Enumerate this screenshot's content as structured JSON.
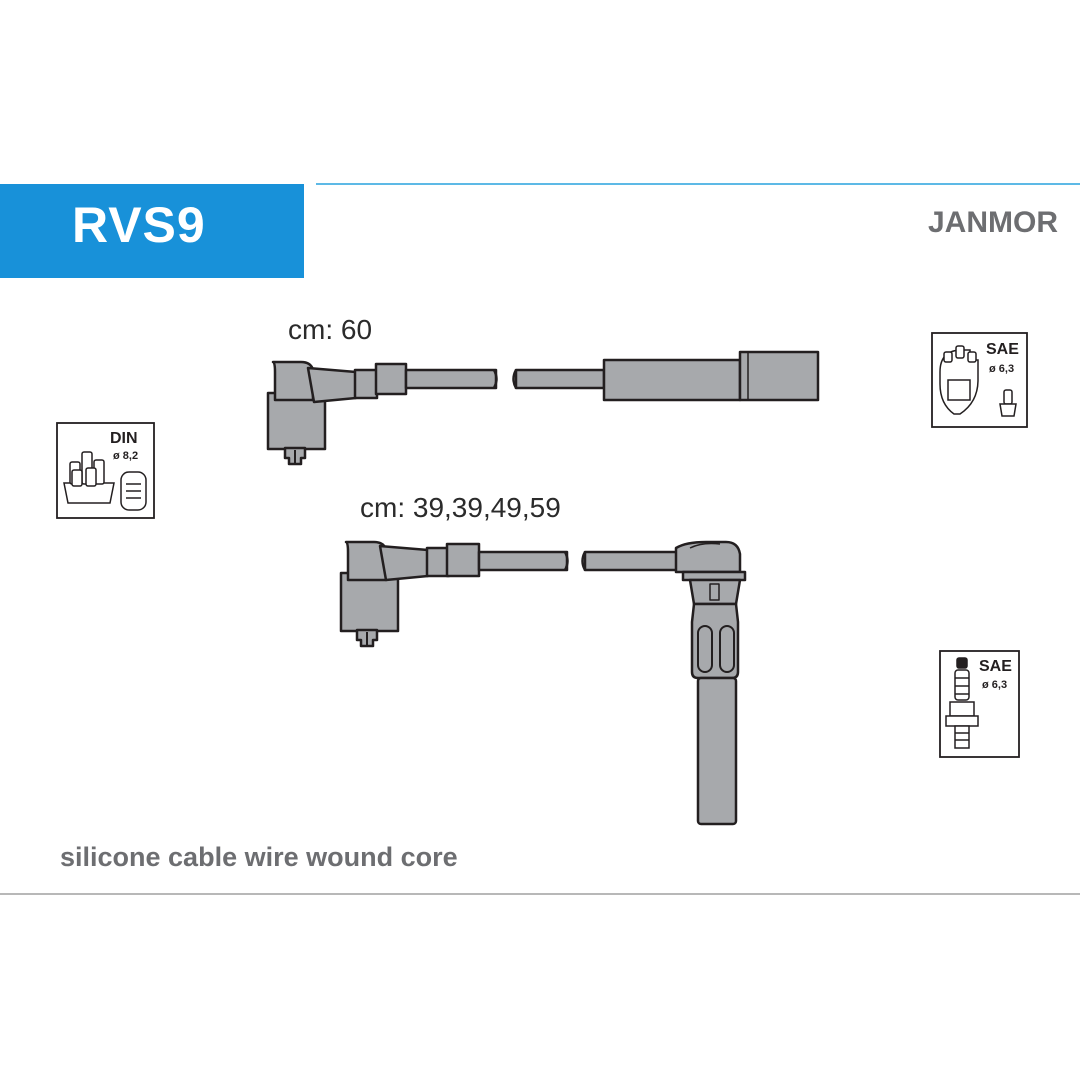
{
  "header": {
    "part_number": "RVS9",
    "brand": "JANMOR"
  },
  "cables": {
    "top_length": "cm: 60",
    "bottom_lengths": "cm: 39,39,49,59"
  },
  "connectors": {
    "distributor_standard": "DIN",
    "distributor_diameter": "ø 8,2",
    "coil_standard": "SAE",
    "coil_diameter": "ø 6,3",
    "plug_standard": "SAE",
    "plug_diameter": "ø 6,3"
  },
  "footer": {
    "description": "silicone cable wire wound core"
  },
  "colors": {
    "badge": "#1891d9",
    "rule": "#5db9e6",
    "cable_fill": "#a7a9ac",
    "outline": "#231f20"
  }
}
